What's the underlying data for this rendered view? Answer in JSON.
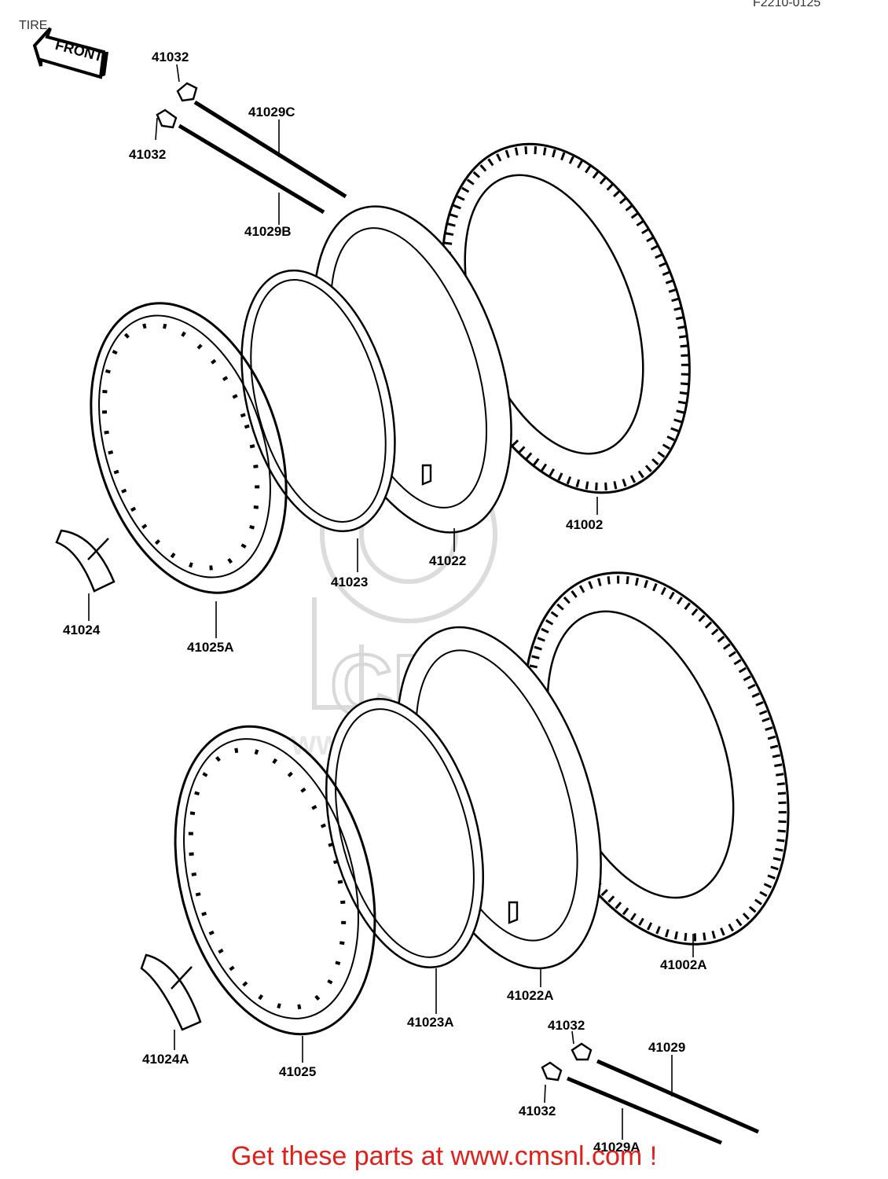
{
  "page": {
    "title": "TIRE",
    "figure_code": "F2210-0125"
  },
  "front_arrow": {
    "label": "FRONT"
  },
  "watermark": {
    "logo_text": "CMS",
    "url": "WWW.CMSNL.COM"
  },
  "footer": {
    "text": "Get these parts at www.cmsnl.com !",
    "color": "#e0201a"
  },
  "parts": [
    {
      "id": "p01",
      "number": "41032"
    },
    {
      "id": "p02",
      "number": "41029C"
    },
    {
      "id": "p03",
      "number": "41032"
    },
    {
      "id": "p04",
      "number": "41029B"
    },
    {
      "id": "p05",
      "number": "41002"
    },
    {
      "id": "p06",
      "number": "41022"
    },
    {
      "id": "p07",
      "number": "41023"
    },
    {
      "id": "p08",
      "number": "41024"
    },
    {
      "id": "p09",
      "number": "41025A"
    },
    {
      "id": "p10",
      "number": "41002A"
    },
    {
      "id": "p11",
      "number": "41022A"
    },
    {
      "id": "p12",
      "number": "41023A"
    },
    {
      "id": "p13",
      "number": "41024A"
    },
    {
      "id": "p14",
      "number": "41025"
    },
    {
      "id": "p15",
      "number": "41032"
    },
    {
      "id": "p16",
      "number": "41029"
    },
    {
      "id": "p17",
      "number": "41032"
    },
    {
      "id": "p18",
      "number": "41029A"
    }
  ]
}
